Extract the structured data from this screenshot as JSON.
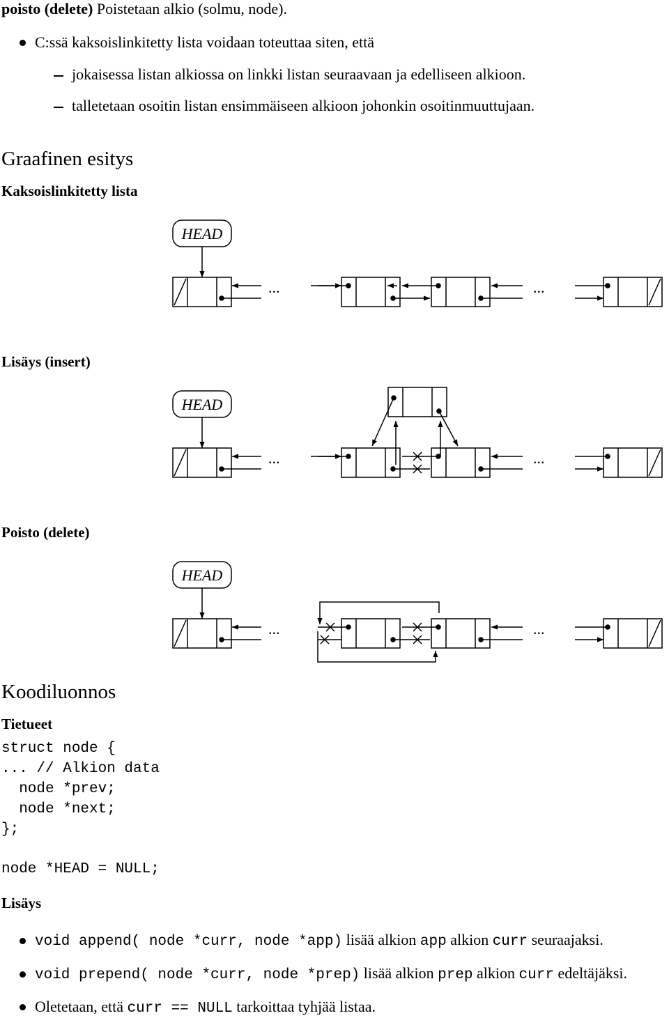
{
  "intro": {
    "delete_term": "poisto (delete)",
    "delete_desc": "Poistetaan alkio (solmu, node).",
    "bullet": "C:ssä kaksoislinkitetty lista voidaan toteuttaa siten, että",
    "dash1": "jokaisessa listan alkiossa on linkki listan seuraavaan ja edelliseen alkioon.",
    "dash2": "talletetaan osoitin listan ensimmäiseen alkioon johonkin osoitinmuuttujaan."
  },
  "graphic": {
    "heading": "Graafinen esitys",
    "sub_list": "Kaksoislinkitetty lista",
    "sub_insert": "Lisäys (insert)",
    "sub_delete": "Poisto (delete)",
    "head_label": "HEAD",
    "ellipsis": "..."
  },
  "code_section": {
    "heading": "Koodiluonnos",
    "records_heading": "Tietueet",
    "struct_lines": [
      "struct node {",
      "... // Alkion data",
      "  node *prev;",
      "  node *next;",
      "};"
    ],
    "head_decl": "node *HEAD = NULL;",
    "insert_heading": "Lisäys",
    "items": [
      {
        "code1": "void append( node *curr, node *app)",
        "t1": " lisää alkion ",
        "code2": "app",
        "t2": " alkion ",
        "code3": "curr",
        "t3": " seuraajaksi."
      },
      {
        "code1": "void prepend( node *curr, node *prep)",
        "t1": " lisää alkion ",
        "code2": "prep",
        "t2": " alkion ",
        "code3": "curr",
        "t3": " edeltäjäksi."
      }
    ],
    "note": {
      "t1": "Oletetaan, että ",
      "code": "curr == NULL",
      "t2": " tarkoittaa tyhjää listaa."
    }
  }
}
